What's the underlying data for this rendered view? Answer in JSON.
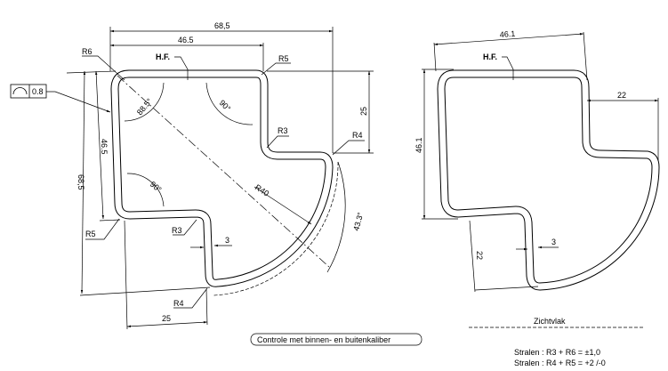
{
  "left_view": {
    "dim_top_outer": "68,5",
    "dim_top_inner": "46.5",
    "dim_left_outer": "68,5",
    "dim_left_inner": "46.5",
    "dim_right_height": "25",
    "dim_bottom_width": "25",
    "dim_thickness": "3",
    "radius_large": "R40",
    "angle_arc": "43.3°",
    "angle_corner": "88.5°",
    "angle_right_1": "90°",
    "angle_right_2": "90°",
    "hf_label": "H.F.",
    "r6": "R6",
    "r5_top": "R5",
    "r3_top": "R3",
    "r4_right": "R4",
    "r5_bottom": "R5",
    "r3_bottom": "R3",
    "r4_bottom": "R4",
    "profile_tolerance_value": "0.8"
  },
  "right_view": {
    "dim_top": "46.1",
    "dim_left": "46.1",
    "dim_right_offset": "22",
    "dim_bottom_offset": "22",
    "dim_thickness": "3",
    "hf_label": "H.F."
  },
  "notes": {
    "check_note": "Controle met binnen- en buitenkaliber",
    "visible_face": "Zichtvlak",
    "radii_tolerance_1": "Stralen : R3 + R6 = ±1,0",
    "radii_tolerance_2": "Stralen : R4 + R5 = +2 /-0"
  }
}
